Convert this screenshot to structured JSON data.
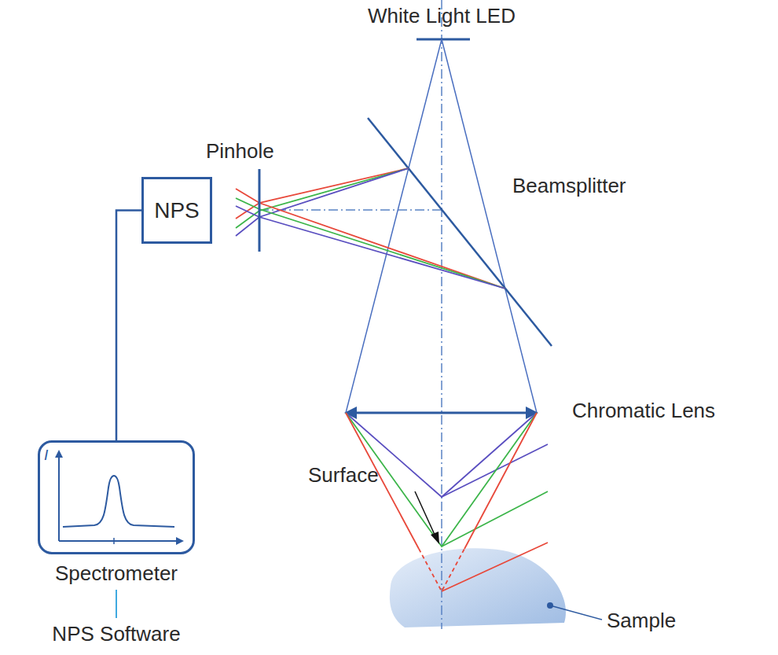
{
  "diagram": {
    "nodes": [
      {
        "text": [
          "NPS"
        ]
      },
      {
        "text": [
          "Spectrometer"
        ]
      }
    ],
    "edges": [
      {
        "from": 0,
        "to": 1,
        "arrow": "none"
      }
    ],
    "labels": [
      "White Light LED",
      "Pinhole",
      "Beamsplitter",
      "Chromatic Lens",
      "Surface",
      "Sample",
      "I",
      "NPS Software"
    ]
  }
}
